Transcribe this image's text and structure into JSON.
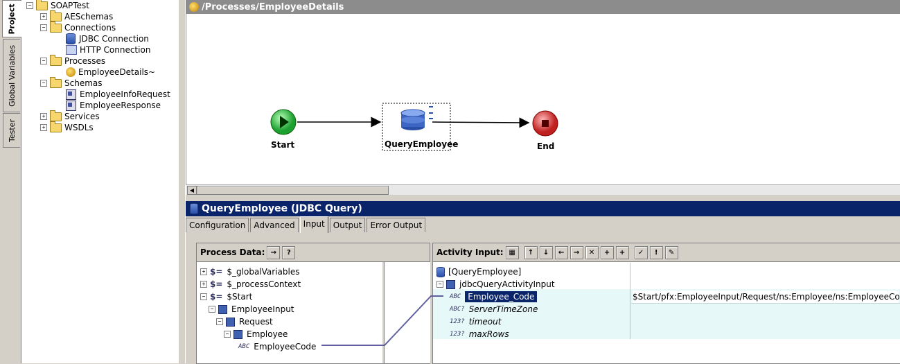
{
  "side_tabs": [
    "Project",
    "Global Variables",
    "Tester"
  ],
  "tree": {
    "root": "SOAPTest",
    "items": [
      {
        "label": "AESchemas"
      },
      {
        "label": "Connections",
        "children": [
          "JDBC Connection",
          "HTTP Connection"
        ]
      },
      {
        "label": "Processes",
        "children": [
          "EmployeeDetails~"
        ]
      },
      {
        "label": "Schemas",
        "children": [
          "EmployeeInfoRequest",
          "EmployeeResponse"
        ]
      },
      {
        "label": "Services"
      },
      {
        "label": "WSDLs"
      }
    ]
  },
  "designer": {
    "path": "/Processes/EmployeeDetails",
    "nodes": {
      "start": "Start",
      "query": "QueryEmployee",
      "end": "End"
    }
  },
  "activity": {
    "title": "QueryEmployee (JDBC Query)",
    "tabs": [
      "Configuration",
      "Advanced",
      "Input",
      "Output",
      "Error Output"
    ],
    "active_tab": "Input"
  },
  "process_data": {
    "header": "Process Data:",
    "rows": [
      "$_globalVariables",
      "$_processContext",
      "$Start",
      "EmployeeInput",
      "Request",
      "Employee",
      "EmployeeCode"
    ]
  },
  "activity_input": {
    "header": "Activity Input:",
    "rows": [
      "[QueryEmployee]",
      "jdbcQueryActivityInput",
      "Employee_Code",
      "ServerTimeZone",
      "timeout",
      "maxRows"
    ],
    "mapping": "$Start/pfx:EmployeeInput/Request/ns:Employee/ns:EmployeeCode"
  },
  "colors": {
    "title_active": "#0a246a",
    "start_green": "#2ecc40",
    "end_red": "#e03030"
  }
}
